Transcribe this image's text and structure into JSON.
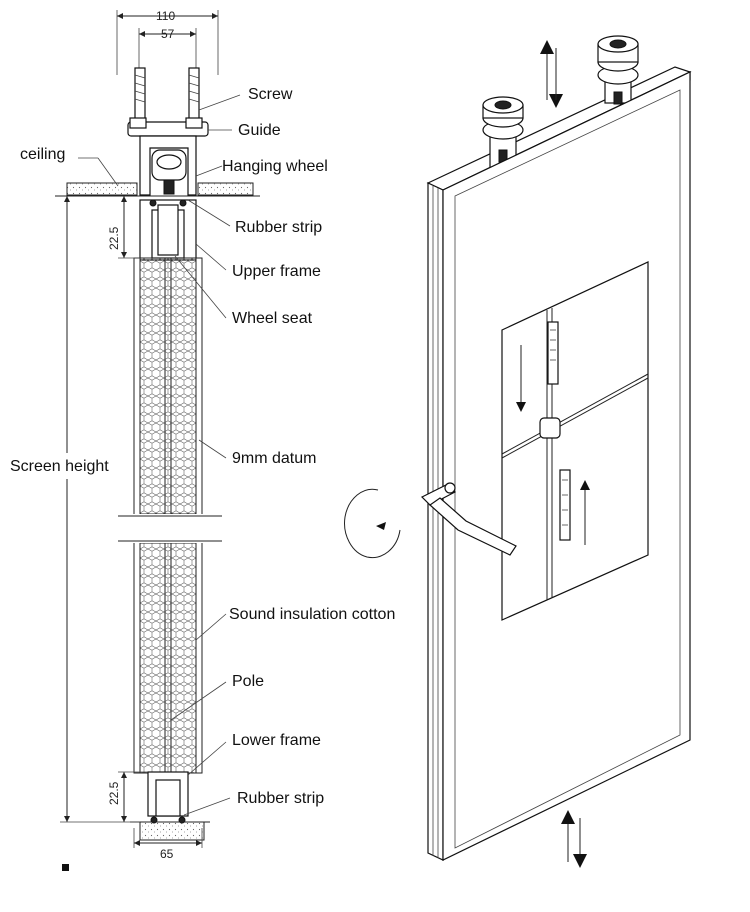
{
  "left_section": {
    "dims": {
      "top_outer": "110",
      "top_inner": "57",
      "upper_gap": "22.5",
      "lower_gap": "22.5",
      "bottom_width": "65"
    },
    "side_labels": {
      "ceiling": "ceiling",
      "screen_height": "Screen height"
    },
    "callouts": [
      "Screw",
      "Guide",
      "Hanging wheel",
      "Rubber strip",
      "Upper frame",
      "Wheel seat",
      "9mm datum",
      "Sound insulation cotton",
      "Pole",
      "Lower frame",
      "Rubber strip"
    ]
  },
  "right_view": {
    "elements": [
      "wheel-assembly",
      "guide-rail",
      "door-panel",
      "window-grid",
      "handle-lever",
      "lock-bars"
    ]
  }
}
